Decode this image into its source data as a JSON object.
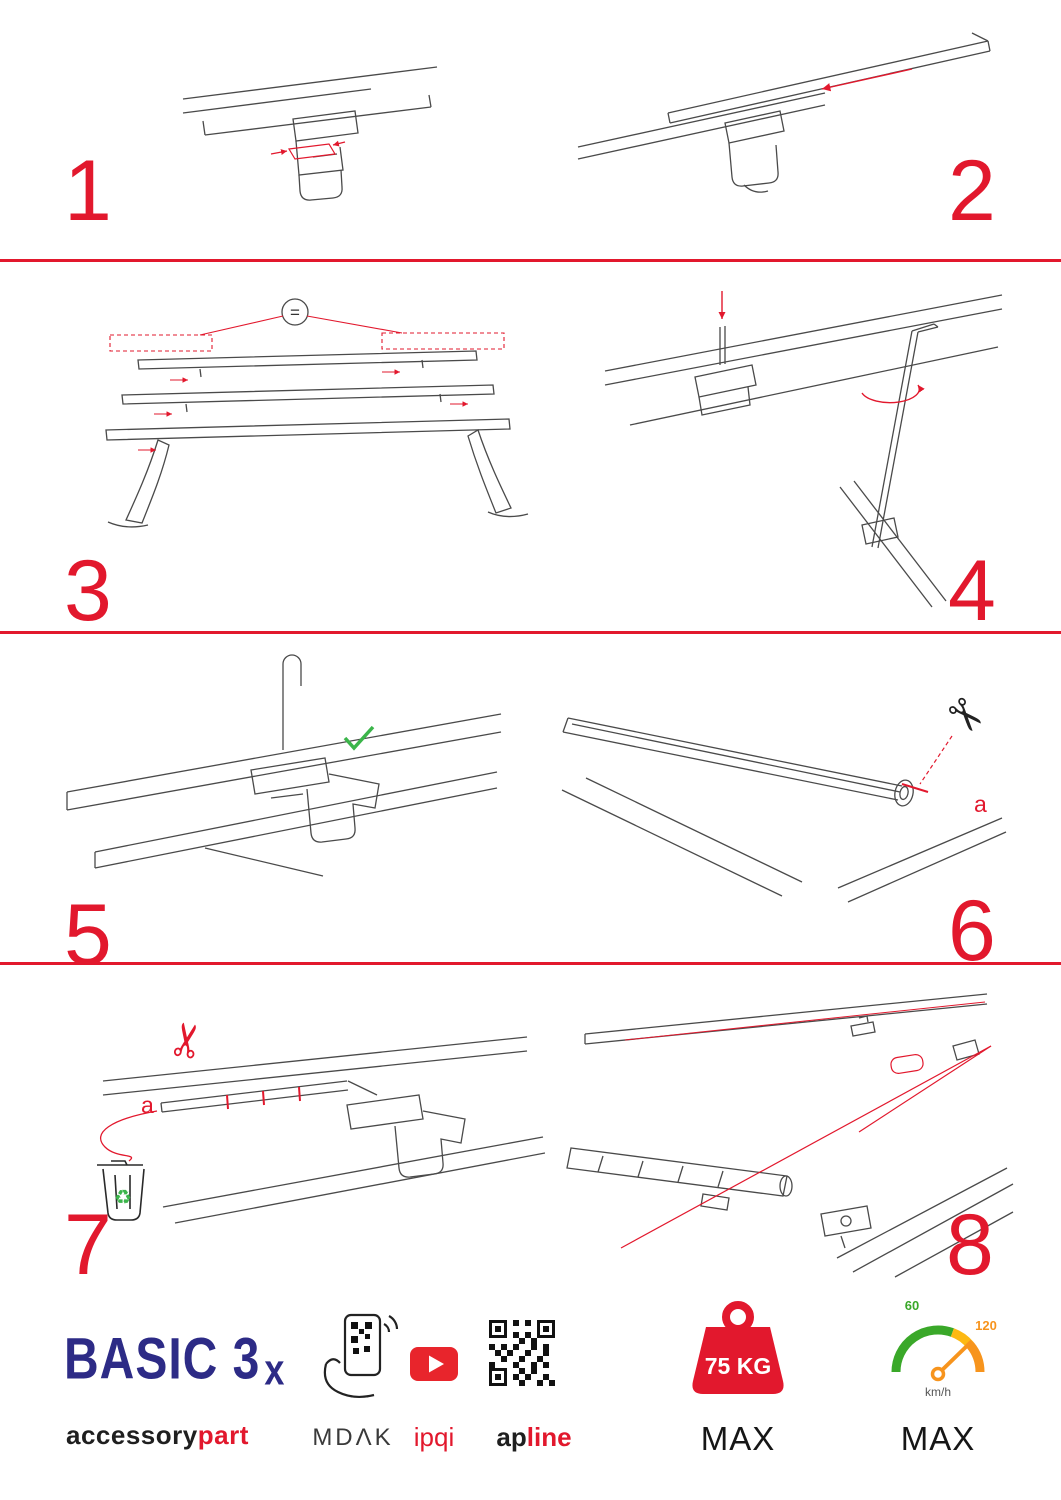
{
  "steps": [
    {
      "number": "1"
    },
    {
      "number": "2"
    },
    {
      "number": "3"
    },
    {
      "number": "4"
    },
    {
      "number": "5"
    },
    {
      "number": "6"
    },
    {
      "number": "7"
    },
    {
      "number": "8"
    }
  ],
  "annotations": {
    "equal_sign": "=",
    "cut_label_step6": "a",
    "cut_label_step7": "a"
  },
  "icons": {
    "scissors": "✂",
    "recycle": "♻"
  },
  "footer": {
    "product_line1": "BASIC 3",
    "product_suffix": "x",
    "brand_part1": "accessory",
    "brand_part2": "part",
    "logo_mdak": "MDΛK",
    "logo_ipqi": "ipqi",
    "logo_ap": "ap",
    "logo_line": "line",
    "weight": {
      "value": "75 KG",
      "max": "MAX"
    },
    "speed": {
      "low": "60",
      "high": "120",
      "unit": "km/h",
      "max": "MAX"
    }
  },
  "colors": {
    "accent": "#e2182d",
    "product_blue": "#2d2b86",
    "green": "#3bb54a",
    "orange": "#f7941d"
  }
}
